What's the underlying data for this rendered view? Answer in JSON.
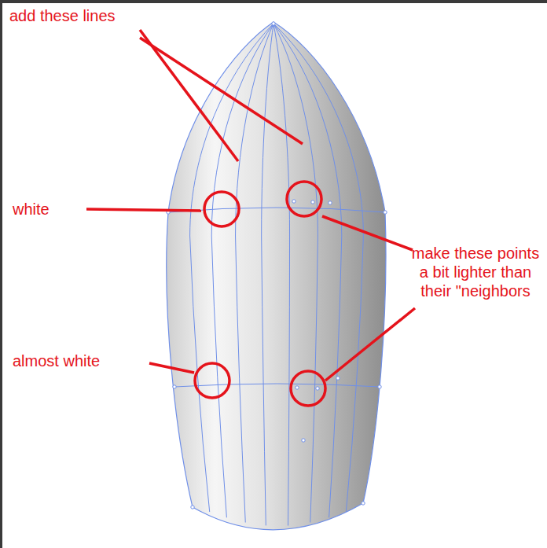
{
  "diagram": {
    "labels": [
      "add these lines",
      "white",
      "almost white",
      "make these points a bit lighter than their \"neighbors"
    ]
  }
}
